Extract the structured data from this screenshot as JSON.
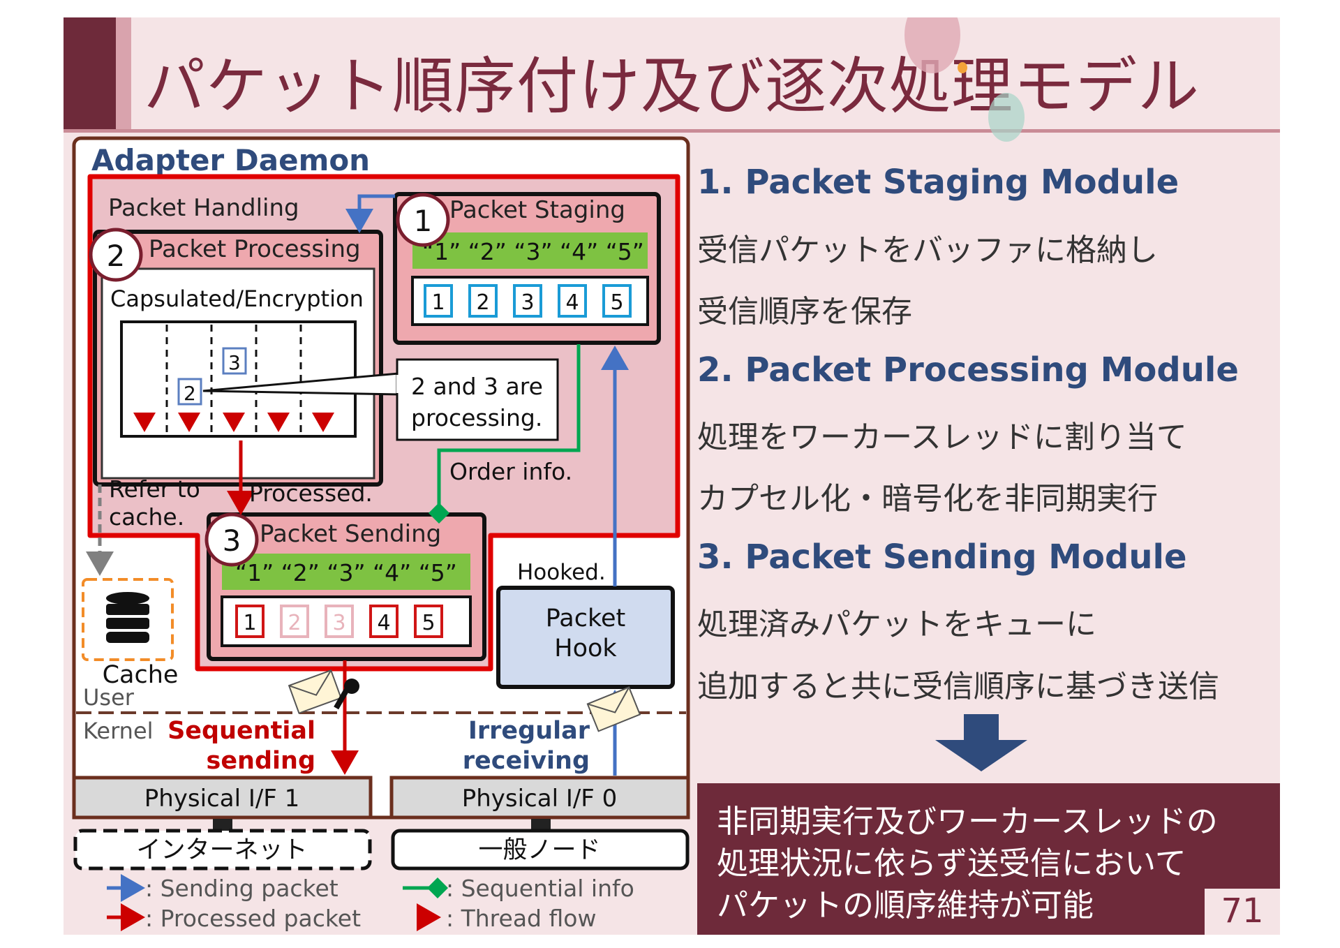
{
  "slide": {
    "title": "パケット順序付け及び逐次処理モデル",
    "page_number": "71"
  },
  "diagram": {
    "adapter_daemon": "Adapter Daemon",
    "packet_handling": "Packet Handling",
    "packet_processing": "Packet Processing",
    "capsulated_encryption": "Capsulated/Encryption",
    "packet_staging": "Packet Staging",
    "packet_sending": "Packet Sending",
    "staging_order_label": "“1” “2” “3” “4” “5”",
    "sending_order_label": "“1” “2” “3” “4” “5”",
    "staging_packets": [
      "1",
      "2",
      "3",
      "4",
      "5"
    ],
    "sending_packets": [
      "1",
      "2",
      "3",
      "4",
      "5"
    ],
    "thread_packet_a": "2",
    "thread_packet_b": "3",
    "badge_1": "1",
    "badge_2": "2",
    "badge_3": "3",
    "callout_line1": "2 and 3 are",
    "callout_line2": "processing.",
    "order_info": "Order info.",
    "refer_to": "Refer to",
    "cache_word": "cache.",
    "processed": "Processed.",
    "hooked": "Hooked.",
    "packet_hook_line1": "Packet",
    "packet_hook_line2": "Hook",
    "cache": "Cache",
    "user": "User",
    "kernel": "Kernel",
    "sequential": "Sequential",
    "sending": "sending",
    "irregular": "Irregular",
    "receiving": "receiving",
    "physical_if1": "Physical I/F 1",
    "physical_if0": "Physical I/F 0",
    "internet": "インターネット",
    "general_node": "一般ノード",
    "legend": {
      "sending_packet": ": Sending packet",
      "processed_packet": ": Processed packet",
      "sequential_info": ": Sequential info",
      "thread_flow": ": Thread flow"
    }
  },
  "right_panel": {
    "h1": "1.  Packet Staging Module",
    "h1_line1": "受信パケットをバッファに格納し",
    "h1_line2": "受信順序を保存",
    "h2": "2.  Packet Processing Module",
    "h2_line1": "処理をワーカースレッドに割り当て",
    "h2_line2": "カプセル化・暗号化を非同期実行",
    "h3": "3.  Packet Sending Module",
    "h3_line1": "処理済みパケットをキューに",
    "h3_line2": "追加すると共に受信順序に基づき送信"
  },
  "conclusion": {
    "line1": "非同期実行及びワーカースレッドの",
    "line2": "処理状況に依らず送受信において",
    "line3": "パケットの順序維持が可能"
  },
  "colors": {
    "brand_dark": "#6e2a3a",
    "heading_blue": "#2f4b7c",
    "packet_red": "#e00000",
    "packet_blue": "#4472c4",
    "sequential_green": "#00a651",
    "staging_green": "#7ec242"
  }
}
